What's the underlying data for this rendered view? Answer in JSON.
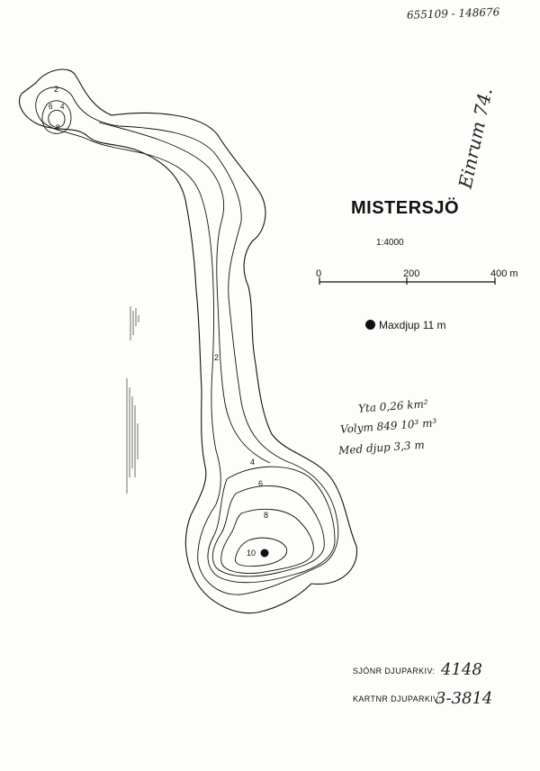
{
  "header": {
    "reference": "655109 - 148676",
    "side_note": "Einrum 74."
  },
  "map": {
    "title": "MISTERSJÖ",
    "scale_ratio": "1:4000",
    "scale_ticks": [
      "0",
      "200",
      "400 m"
    ],
    "legend_max_depth": "Maxdjup 11 m",
    "depth_labels": [
      "2",
      "6",
      "4",
      "8",
      "2",
      "4",
      "6",
      "8",
      "10"
    ]
  },
  "stats": {
    "area": "Yta 0,26 km²",
    "volume": "Volym 849 10³ m³",
    "mean_depth": "Med djup 3,3 m"
  },
  "archive": {
    "lake_label": "SJÖNR DJUPARKIV:",
    "lake_value": "4148",
    "map_label": "KARTNR DJUPARKIV:",
    "map_value": "3-3814"
  },
  "colors": {
    "ink": "#111111",
    "paper": "#fdfdfb"
  }
}
